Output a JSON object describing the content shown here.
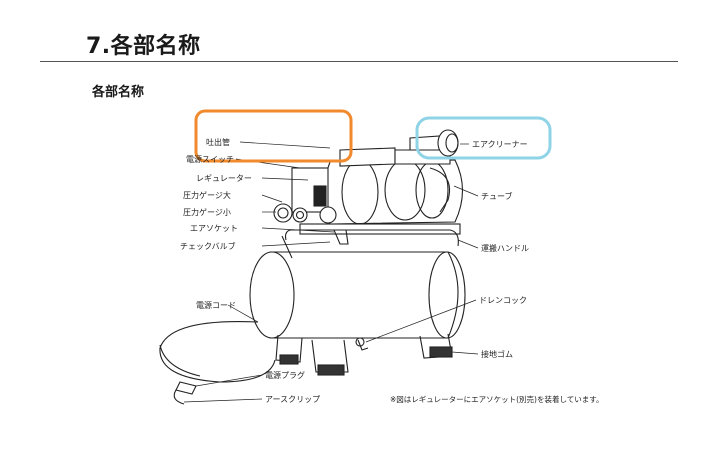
{
  "header": {
    "title": "7.各部名称",
    "section": "各部名称"
  },
  "labels": {
    "discharge_pipe": "吐出管",
    "power_switch": "電源スイッチ",
    "regulator": "レギュレーター",
    "gauge_large": "圧力ゲージ大",
    "gauge_small": "圧力ゲージ小",
    "air_socket": "エアソケット",
    "check_valve": "チェックバルブ",
    "power_cord": "電源コード",
    "power_plug": "電源プラグ",
    "earth_clip": "アースクリップ",
    "air_cleaner": "エアクリーナー",
    "tube": "チューブ",
    "carry_handle": "運搬ハンドル",
    "drain_cock": "ドレンコック",
    "ground_rubber": "接地ゴム"
  },
  "note": "※図はレギュレーターにエアソケット(別売)を装着しています。",
  "colors": {
    "highlight_orange": "#f08a2c",
    "highlight_blue": "#8fd3e6"
  }
}
